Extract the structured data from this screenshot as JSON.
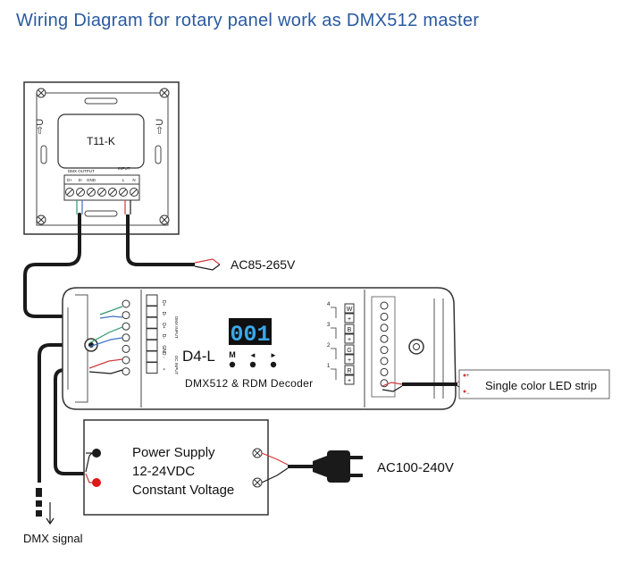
{
  "title": "Wiring Diagram for rotary panel work as DMX512 master",
  "panel": {
    "model": "T11-K",
    "dmx_output_label": "DMX OUTPUT",
    "input_label": "INPUT",
    "terminal_labels": [
      "D+",
      "D-",
      "GND",
      "",
      "",
      "L",
      "N"
    ]
  },
  "ac_panel_label": "AC85-265V",
  "decoder": {
    "model": "D4-L",
    "subtitle": "DMX512 & RDM Decoder",
    "display": "001",
    "buttons": [
      "M",
      "◄",
      "►"
    ],
    "left_terminals": [
      "D+",
      "D-",
      "D+",
      "D-",
      "GND",
      "-",
      "+"
    ],
    "right_channels": [
      "W",
      "B",
      "G",
      "R"
    ],
    "channel_numbers": [
      "4",
      "3",
      "2",
      "1"
    ],
    "dmx_input_label": "DMX INPUT",
    "dc_input_label": "DC INPUT"
  },
  "led_strip_label": "Single color LED strip",
  "power_supply": {
    "line1": "Power Supply",
    "line2": "12-24VDC",
    "line3": "Constant Voltage"
  },
  "ac_power_label": "AC100-240V",
  "dmx_signal_label": "DMX signal",
  "colors": {
    "title": "#2a5aa0",
    "outline": "#333333",
    "cable": "#1a1a1a",
    "red_wire": "#d23a3a",
    "green_wire": "#2e9a6e",
    "blue_wire": "#3a72c8",
    "display_bg": "#101010",
    "display_digits": "#3aa8e8",
    "power_dot_red": "#e01818"
  }
}
